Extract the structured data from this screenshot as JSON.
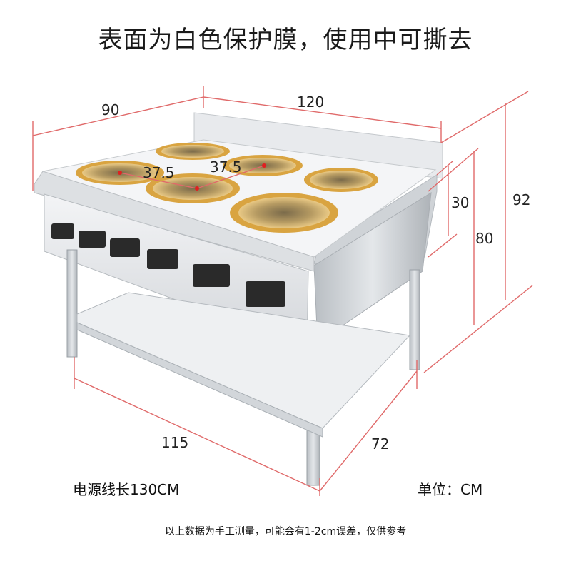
{
  "title": "表面为白色保护膜，使用中可撕去",
  "dimensions": {
    "depth_top": "90",
    "width_top": "120",
    "burner_gap_left": "37.5",
    "burner_gap_right": "37.5",
    "backsplash_height": "30",
    "counter_height": "80",
    "total_height": "92",
    "width_bottom": "115",
    "depth_bottom": "72"
  },
  "cable_note": "电源线长130CM",
  "unit_note": "单位：CM",
  "footnote": "以上数据为手工测量，可能会有1-2cm误差，仅供参考",
  "colors": {
    "dimension_line": "#e06a6a",
    "steel": "#c9cdd1",
    "hob_ring": "#d9a441"
  }
}
